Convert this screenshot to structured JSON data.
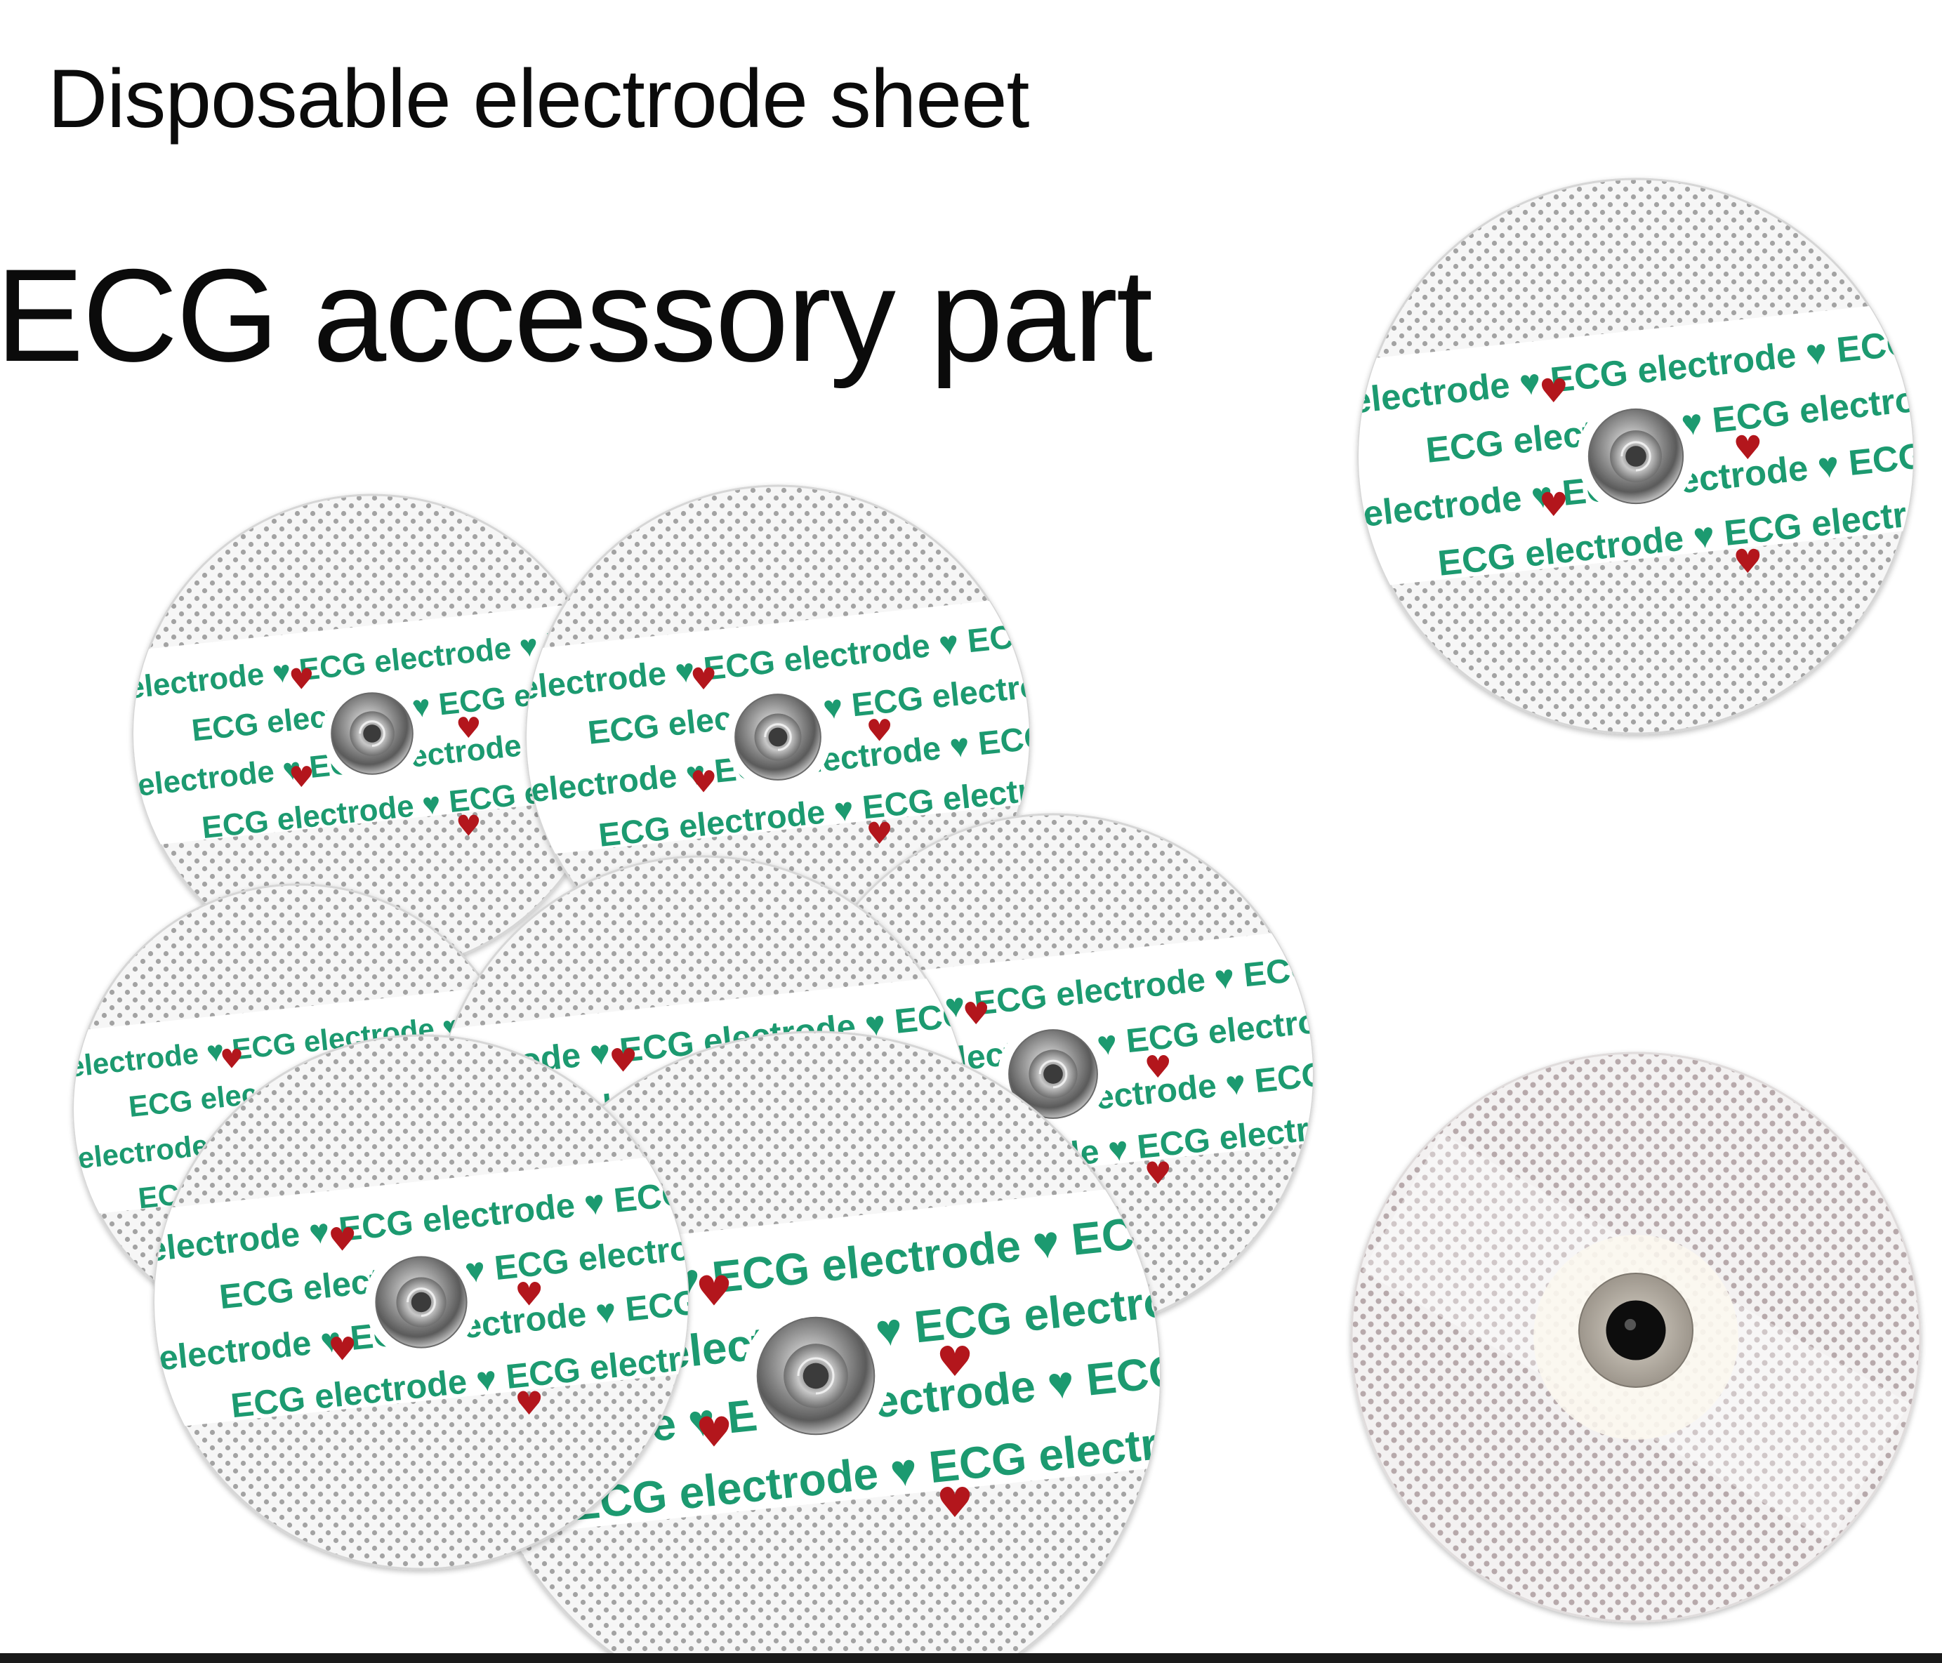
{
  "header": {
    "subtitle": "Disposable electrode sheet",
    "title": "ECG accessory part"
  },
  "electrode_print": {
    "word_electrode": "electrode",
    "word_ecg": "ECG"
  },
  "colors": {
    "background": "#ffffff",
    "headline": "#0b0b0b",
    "pad": "#f4f4f4",
    "mesh_dot": "#9a9a9a",
    "print_green": "#1f9a6f",
    "print_heart": "#b3141c",
    "snap_metal": "#8d8d8d",
    "snap_black": "#111111"
  },
  "icons": [
    "heart-icon",
    "snap-connector-icon"
  ]
}
